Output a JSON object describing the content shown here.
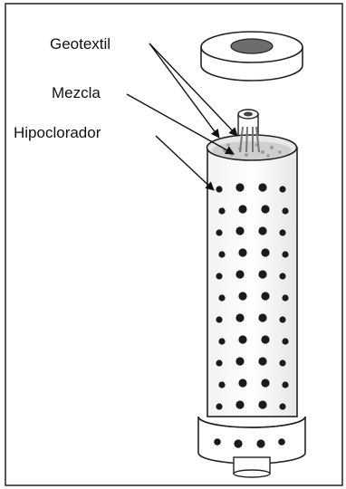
{
  "labels": {
    "geotextil": "Geotextil",
    "mezcla": "Mezcla",
    "hipoclorador": "Hipoclorador"
  }
}
